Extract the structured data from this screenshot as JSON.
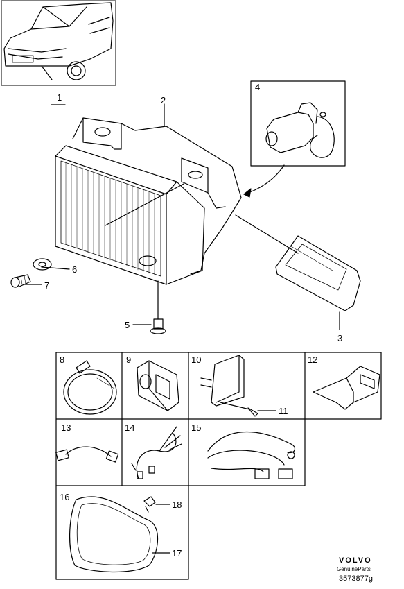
{
  "callouts": {
    "c1": "1",
    "c2": "2",
    "c3": "3",
    "c4": "4",
    "c5": "5",
    "c6": "6",
    "c7": "7",
    "c8": "8",
    "c9": "9",
    "c10": "10",
    "c11": "11",
    "c12": "12",
    "c13": "13",
    "c14": "14",
    "c15": "15",
    "c16": "16",
    "c17": "17",
    "c18": "18"
  },
  "footer": {
    "brand": "VOLVO",
    "subtitle": "GenuineParts",
    "drawing_number": "3573877g"
  },
  "colors": {
    "line": "#000000",
    "background": "#ffffff"
  }
}
